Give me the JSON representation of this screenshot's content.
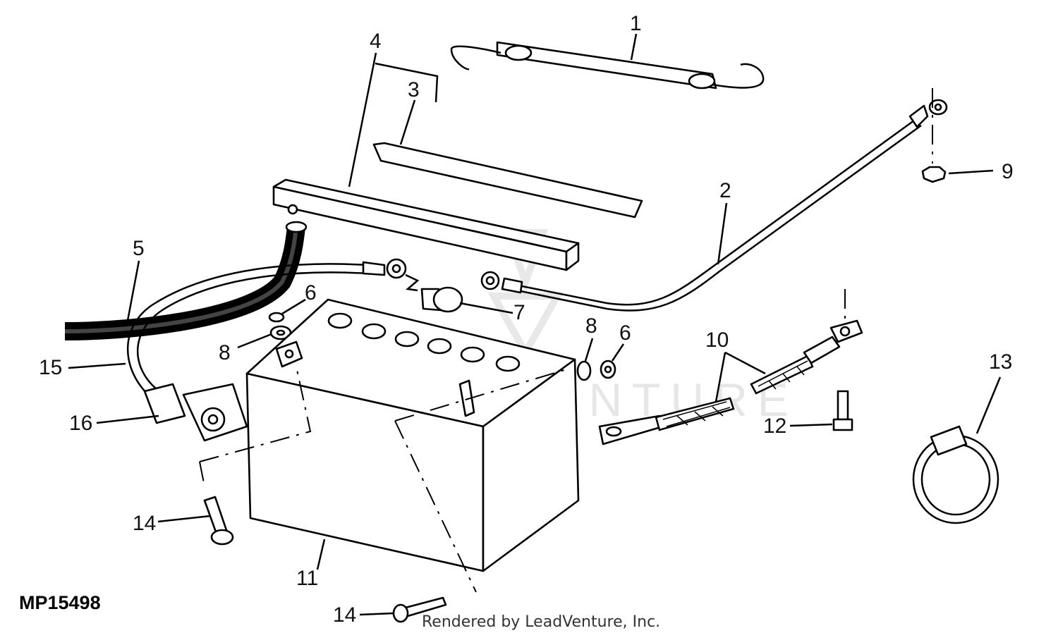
{
  "figure_code": "MP15498",
  "credit": "Rendered by LeadVenture, Inc.",
  "watermark": "LEADVENTURE",
  "callouts": {
    "c1": "1",
    "c2": "2",
    "c3": "3",
    "c4": "4",
    "c5": "5",
    "c6a": "6",
    "c6b": "6",
    "c7": "7",
    "c8a": "8",
    "c8b": "8",
    "c9": "9",
    "c10": "10",
    "c11": "11",
    "c12": "12",
    "c13": "13",
    "c14a": "14",
    "c14b": "14",
    "c15": "15",
    "c16": "16"
  }
}
